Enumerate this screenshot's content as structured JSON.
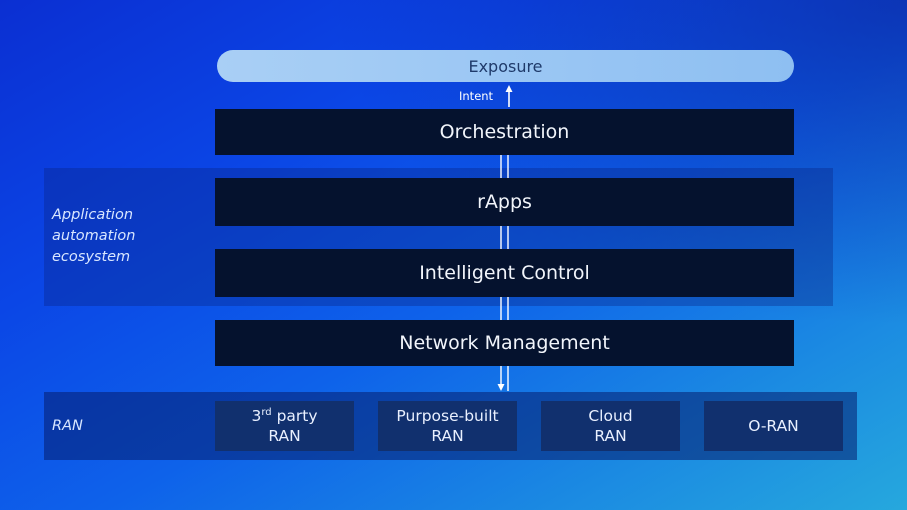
{
  "exposure": {
    "label": "Exposure"
  },
  "intent": {
    "label": "Intent"
  },
  "layers": {
    "orchestration": "Orchestration",
    "rapps": "rApps",
    "intelligent_control": "Intelligent Control",
    "network_management": "Network Management"
  },
  "groups": {
    "application_automation": "Application\nautomation\necosystem",
    "ran": "RAN"
  },
  "ran_boxes": [
    {
      "line1_main": "3",
      "line1_sup": "rd",
      "line1_rest": " party",
      "line2": "RAN"
    },
    {
      "line1": "Purpose-built",
      "line2": "RAN"
    },
    {
      "line1": "Cloud",
      "line2": "RAN"
    },
    {
      "line1": "O-RAN"
    }
  ],
  "colors": {
    "layer_bg": "#05122e",
    "pill_bg": "#a9cff5",
    "ran_box_bg": "#11306e"
  }
}
